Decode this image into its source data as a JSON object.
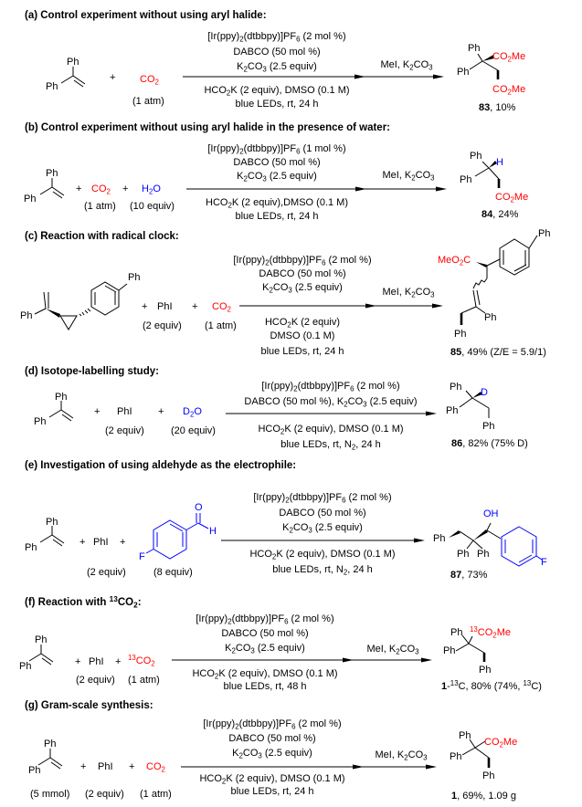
{
  "colors": {
    "red": "#ff0000",
    "blue": "#0000ff"
  },
  "schemes": [
    {
      "label": "(a) Control experiment without using aryl halide:",
      "reactants": [
        "Ph",
        "Ph",
        "+",
        "CO2",
        "(1 atm)"
      ],
      "conditions_above": [
        "[Ir(ppy)2(dtbbpy)]PF6 (2 mol %)",
        "DABCO (50 mol %)",
        "K2CO3 (2.5 equiv)"
      ],
      "conditions_below": [
        "HCO2K (2 equiv), DMSO (0.1 M)",
        "blue LEDs, rt, 24 h"
      ],
      "second_step": "MeI, K2CO3",
      "product_labels": [
        "Ph",
        "CO2Me",
        "Ph",
        "CO2Me"
      ],
      "compound": "83",
      "yield": ", 10%"
    },
    {
      "label": "(b) Control experiment without using aryl halide in the presence of water:",
      "reactants": [
        "Ph",
        "Ph",
        "+",
        "CO2",
        "+",
        "H2O",
        "(1 atm)",
        "(10 equiv)"
      ],
      "conditions_above": [
        "[Ir(ppy)2(dtbbpy)]PF6 (1 mol %)",
        "DABCO (50 mol %)",
        "K2CO3 (2.5 equiv)"
      ],
      "conditions_below": [
        "HCO2K (2 equiv),DMSO (0.1 M)",
        "blue LEDs, rt, 24 h"
      ],
      "second_step": "MeI, K2CO3",
      "product_labels": [
        "Ph",
        "H",
        "Ph",
        "CO2Me"
      ],
      "compound": "84",
      "yield": ", 24%"
    },
    {
      "label": "(c) Reaction with radical clock:",
      "reactants": [
        "Ph",
        "Ph",
        "+",
        "PhI",
        "+",
        "CO2",
        "(2 equiv)",
        "(1 atm)"
      ],
      "conditions_above": [
        "[Ir(ppy)2(dtbbpy)]PF6 (2 mol %)",
        "DABCO (50 mol %)",
        "K2CO3 (2.5 equiv)"
      ],
      "conditions_below": [
        "HCO2K (2 equiv)",
        "DMSO (0.1 M)",
        "blue LEDs, rt, 24 h"
      ],
      "second_step": "MeI, K2CO3",
      "product_labels": [
        "MeO2C",
        "Ph",
        "Ph",
        "Ph"
      ],
      "compound": "85",
      "yield": ", 49% (Z/E = 5.9/1)"
    },
    {
      "label": "(d) Isotope-labelling study:",
      "reactants": [
        "Ph",
        "Ph",
        "+",
        "PhI",
        "+",
        "D2O",
        "(2 equiv)",
        "(20 equiv)"
      ],
      "conditions_above": [
        "[Ir(ppy)2(dtbbpy)]PF6 (2 mol %)",
        "DABCO (50 mol %), K2CO3 (2.5 equiv)"
      ],
      "conditions_below": [
        "HCO2K (2 equiv), DMSO (0.1 M)",
        "blue LEDs, rt, N2, 24 h"
      ],
      "product_labels": [
        "Ph",
        "D",
        "Ph",
        "Ph"
      ],
      "compound": "86",
      "yield": ", 82% (75% D)"
    },
    {
      "label": "(e) Investigation of using aldehyde as the electrophile:",
      "reactants": [
        "Ph",
        "Ph",
        "+",
        "PhI",
        "+",
        "O",
        "H",
        "F",
        "(2 equiv)",
        "(8 equiv)"
      ],
      "conditions_above": [
        "[Ir(ppy)2(dtbbpy)]PF6 (2 mol %)",
        "DABCO (50 mol %)",
        "K2CO3 (2.5 equiv)"
      ],
      "conditions_below": [
        "HCO2K (2 equiv), DMSO (0.1 M)",
        "blue LEDs,  rt, N2, 24 h"
      ],
      "product_labels": [
        "Ph",
        "Ph",
        "Ph",
        "OH",
        "F"
      ],
      "compound": "87",
      "yield": ", 73%"
    },
    {
      "label": "(f) Reaction with 13CO2:",
      "reactants": [
        "Ph",
        "Ph",
        "+",
        "PhI",
        "+",
        "13CO2",
        "(2 equiv)",
        "(1 atm)"
      ],
      "conditions_above": [
        "[Ir(ppy)2(dtbbpy)]PF6 (2 mol %)",
        "DABCO (50 mol %)",
        "K2CO3 (2.5 equiv)"
      ],
      "conditions_below": [
        "HCO2K (2 equiv), DMSO (0.1 M)",
        "blue LEDs, rt, 48 h"
      ],
      "second_step": "MeI, K2CO3",
      "product_labels": [
        "Ph",
        "13CO2Me",
        "Ph",
        "Ph"
      ],
      "compound": "1",
      "yield": "-13C, 80% (74%, 13C)"
    },
    {
      "label": "(g) Gram-scale synthesis:",
      "reactants": [
        "Ph",
        "Ph",
        "+",
        "PhI",
        "+",
        "CO2",
        "(5 mmol)",
        "(2 equiv)",
        "(1 atm)"
      ],
      "conditions_above": [
        "[Ir(ppy)2(dtbbpy)]PF6 (2 mol %)",
        "DABCO (50 mol %)",
        "K2CO3 (2.5 equiv)"
      ],
      "conditions_below": [
        "HCO2K (2 equiv), DMSO (0.1 M)",
        "blue LEDs, rt, 24 h"
      ],
      "second_step": "MeI, K2CO3",
      "product_labels": [
        "Ph",
        "CO2Me",
        "Ph",
        "Ph"
      ],
      "compound": "1",
      "yield": ", 69%, 1.09 g"
    }
  ]
}
